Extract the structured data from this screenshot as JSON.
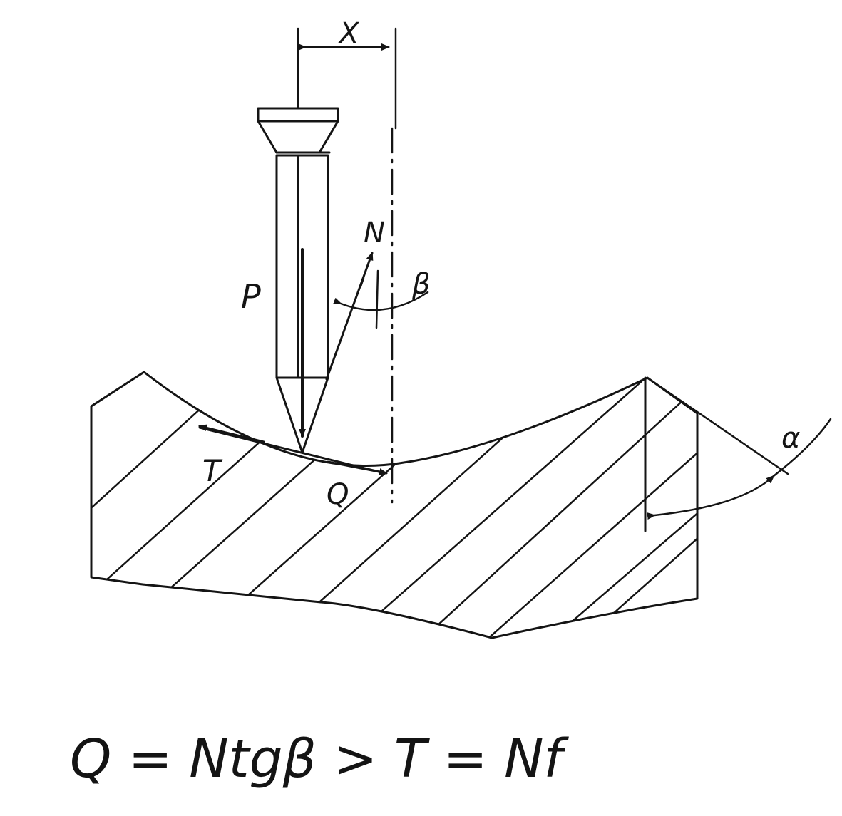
{
  "labels": {
    "dimension_x": "X",
    "force_p": "P",
    "force_n": "N",
    "angle_beta": "β",
    "force_t": "T",
    "force_q": "Q",
    "angle_alpha": "α"
  },
  "formula": "Q = Ntgβ > T = Nf",
  "colors": {
    "ink": "#141414",
    "paper": "#ffffff"
  }
}
